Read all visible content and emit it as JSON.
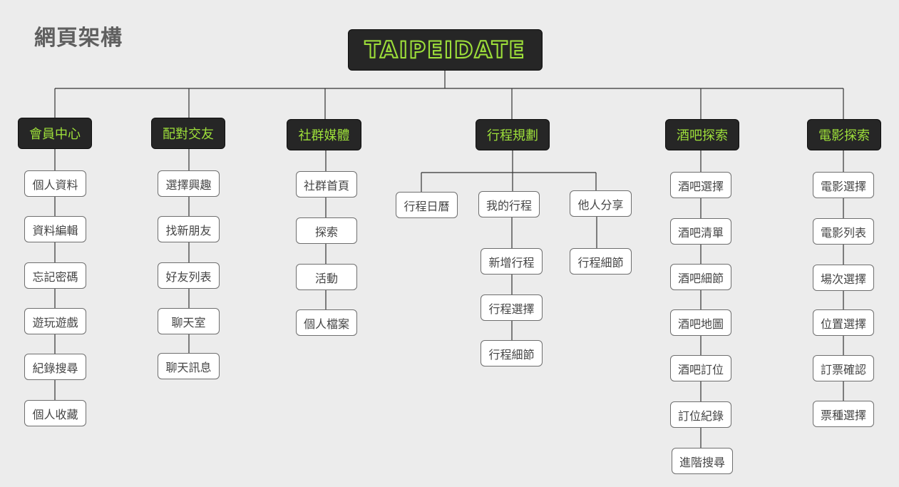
{
  "title": "網頁架構",
  "root": "TAIPEIDATE",
  "colors": {
    "background": "#ececec",
    "dark_node": "#262626",
    "accent_green": "#9ee03a",
    "leaf_fill": "#ffffff",
    "leaf_border": "#6e6e6e",
    "line": "#333333"
  },
  "categories": [
    {
      "label": "會員中心",
      "children": [
        "個人資料",
        "資料編輯",
        "忘記密碼",
        "遊玩遊戲",
        "紀錄搜尋",
        "個人收藏"
      ]
    },
    {
      "label": "配對交友",
      "children": [
        "選擇興趣",
        "找新朋友",
        "好友列表",
        "聊天室",
        "聊天訊息"
      ]
    },
    {
      "label": "社群媒體",
      "children": [
        "社群首頁",
        "探索",
        "活動",
        "個人檔案"
      ]
    },
    {
      "label": "行程規劃",
      "groups": [
        {
          "label": "行程日曆",
          "children": []
        },
        {
          "label": "我的行程",
          "children": [
            "新增行程",
            "行程選擇",
            "行程細節"
          ]
        },
        {
          "label": "他人分享",
          "children": [
            "行程細節"
          ]
        }
      ]
    },
    {
      "label": "酒吧探索",
      "children": [
        "酒吧選擇",
        "酒吧清單",
        "酒吧細節",
        "酒吧地圖",
        "酒吧訂位",
        "訂位紀錄",
        "進階搜尋"
      ]
    },
    {
      "label": "電影探索",
      "children": [
        "電影選擇",
        "電影列表",
        "場次選擇",
        "位置選擇",
        "訂票確認",
        "票種選擇"
      ]
    }
  ]
}
